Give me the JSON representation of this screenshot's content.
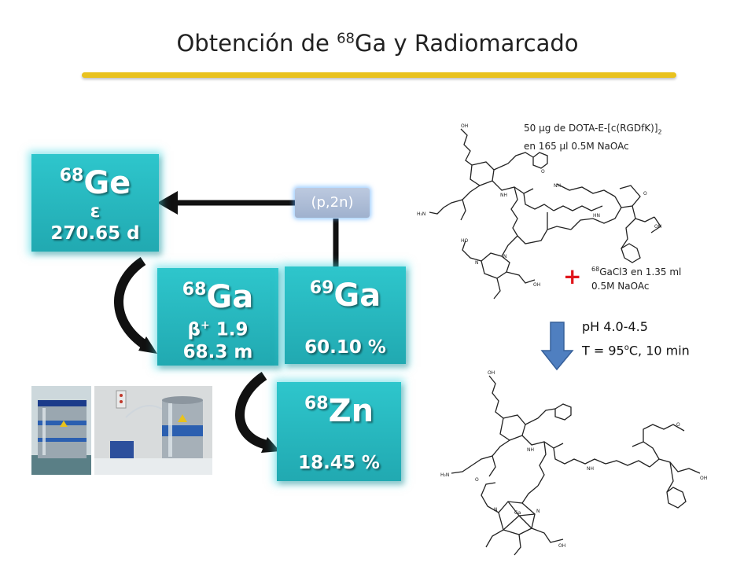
{
  "title": {
    "prefix": "Obtención de ",
    "mass": "68",
    "suffix": "Ga y Radiomarcado"
  },
  "reaction_label": "(p,2n)",
  "nuclides": {
    "ge68": {
      "mass": "68",
      "symbol": "Ge",
      "line2": "ε",
      "line3": "270.65 d"
    },
    "ga68": {
      "mass": "68",
      "symbol": "Ga",
      "line2_base": "β",
      "line2_sup": "+",
      "line2_rest": " 1.9",
      "line3": "68.3 m"
    },
    "ga69": {
      "mass": "69",
      "symbol": "Ga",
      "line3": "60.10 %"
    },
    "zn68": {
      "mass": "68",
      "symbol": "Zn",
      "line3": "18.45 %"
    }
  },
  "reagent_note": {
    "line1_a": "50 ",
    "line1_mu": "μ",
    "line1_b": "g de DOTA-E-[c(RGDfK)]",
    "line1_sub": "2",
    "line2_a": " en 165 ",
    "line2_mu": "μ",
    "line2_b": "l 0.5M NaOAc"
  },
  "gallium_note": {
    "sup": "68",
    "line1": "GaCl3 en 1.35 ml",
    "line2": "0.5M  NaOAc"
  },
  "plus": "+",
  "conditions": {
    "ph": "pH 4.0-4.5",
    "temp_a": "T = 95",
    "temp_sup": "o",
    "temp_b": "C, 10 min"
  },
  "molecule_labels": [
    "OH",
    "O",
    "NH",
    "HN",
    "O",
    "N",
    "O",
    "H₂N",
    "NH",
    "H",
    "HN",
    "O",
    "N",
    "H",
    "NH",
    "O",
    "OH",
    "O",
    "N",
    "N",
    "N",
    "N",
    "O",
    "OH",
    "HO",
    "O",
    "Ga"
  ],
  "colors": {
    "box": "#23b0b8",
    "underline": "#e9c21e",
    "arrow_down": "#4f7fc0",
    "plus": "#e0161c"
  }
}
